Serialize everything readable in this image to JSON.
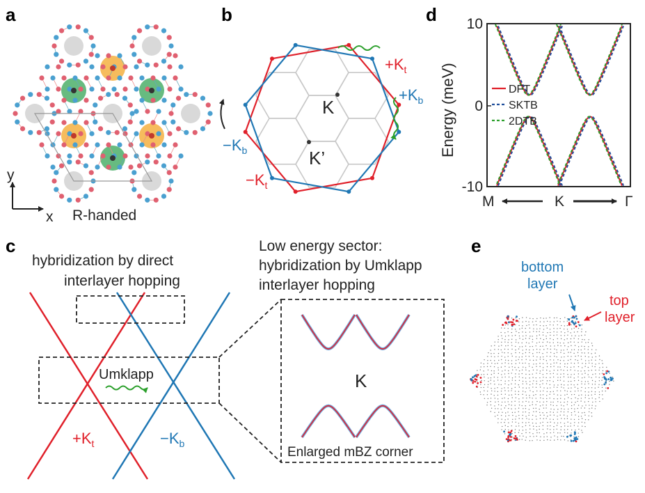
{
  "panel_labels": {
    "a": "a",
    "b": "b",
    "c": "c",
    "d": "d",
    "e": "e"
  },
  "panel_a": {
    "axis_y": "y",
    "axis_x": "x",
    "caption": "R-handed"
  },
  "panel_b": {
    "K": "K",
    "Kprime": "K’",
    "plus_Kt": "+K",
    "plus_Kt_sub": "t",
    "plus_Kb": "+K",
    "plus_Kb_sub": "b",
    "minus_Kb": "−K",
    "minus_Kb_sub": "b",
    "minus_Kt": "−K",
    "minus_Kt_sub": "t"
  },
  "panel_c": {
    "direct_hop_line1": "hybridization by direct",
    "direct_hop_line2": "interlayer hopping",
    "low_energy_line1": "Low energy sector:",
    "low_energy_line2": "hybridization by Umklapp",
    "low_energy_line3": "interlayer hopping",
    "umklapp": "Umklapp",
    "plus_Kt": "+K",
    "plus_Kt_sub": "t",
    "minus_Kb": "−K",
    "minus_Kb_sub": "b",
    "inset_K": "K",
    "inset_caption": "Enlarged mBZ corner"
  },
  "panel_d": {
    "ylabel": "Energy (meV)",
    "yticks": [
      "10",
      "0",
      "-10"
    ],
    "xlabels": [
      "M",
      "K",
      "Γ"
    ],
    "legend": [
      "DFT",
      "SKTB",
      "2DTB"
    ],
    "colors": {
      "DFT": "#e0202a",
      "SKTB": "#1f4e9c",
      "2DTB": "#2ca02c"
    }
  },
  "panel_e": {
    "bottom_layer_line1": "bottom",
    "bottom_layer_line2": "layer",
    "top_layer_line1": "top",
    "top_layer_line2": "layer"
  },
  "colors": {
    "red": "#e0202a",
    "blue": "#1f77b4",
    "green": "#2ca02c",
    "orange": "#f5b041",
    "lightgreen": "#4caf6a",
    "gray": "#cccccc"
  }
}
